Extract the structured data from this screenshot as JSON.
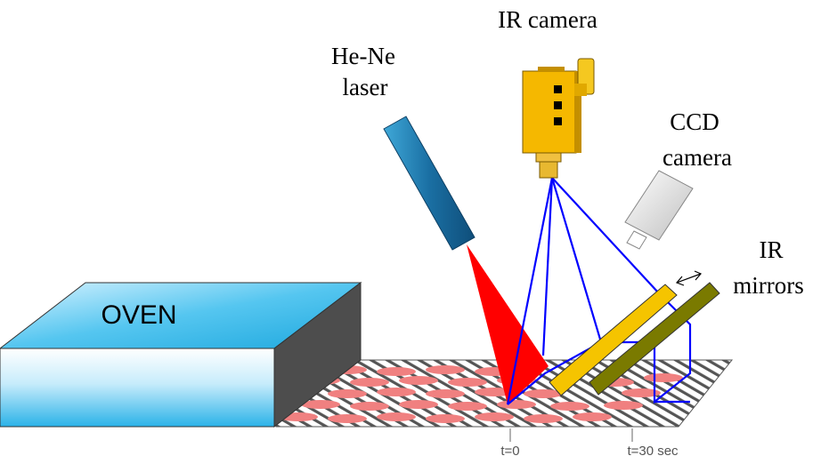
{
  "labels": {
    "ir_camera": "IR camera",
    "laser_line1": "He-Ne",
    "laser_line2": "laser",
    "ccd_line1": "CCD",
    "ccd_line2": "camera",
    "mirrors_line1": "IR",
    "mirrors_line2": "mirrors",
    "oven": "OVEN",
    "t_start": "t=0",
    "t_end": "t=30 sec"
  },
  "colors": {
    "oven_top": "#2bb3e6",
    "oven_side": "#4d4d4d",
    "laser_body": "#1a6fa3",
    "laser_beam": "#ff0000",
    "ir_camera_body": "#f5b800",
    "ir_mirror_front": "#f2c200",
    "ir_mirror_back": "#7a7a00",
    "ray_lines": "#0000ff",
    "samples": "#f08080",
    "belt_stripes": "#555555"
  },
  "icons": [
    "arrow-double-icon"
  ]
}
